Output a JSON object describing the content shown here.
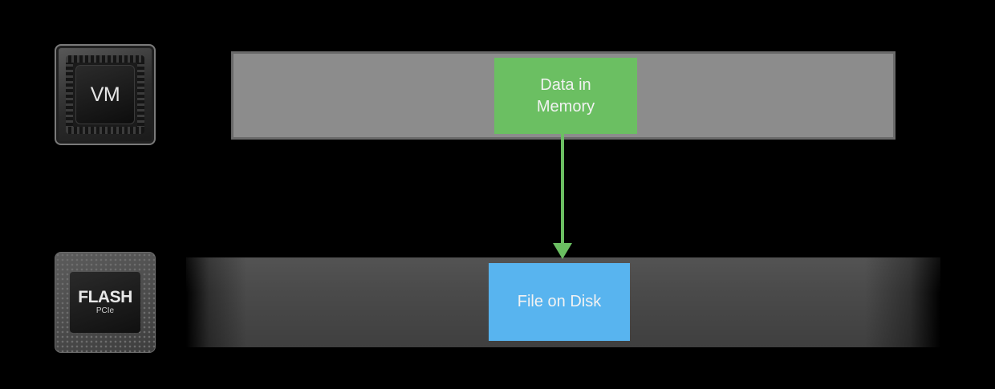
{
  "chips": {
    "vm": {
      "label": "VM"
    },
    "flash": {
      "label": "FLASH",
      "sublabel": "PCIe"
    }
  },
  "memory": {
    "block_label": "Data in\nMemory",
    "bar_color": "#8c8c8c",
    "block_color": "#6bbf62"
  },
  "disk": {
    "block_label": "File on Disk",
    "bar_color": "#4a4a4a",
    "block_color": "#58b4ef"
  },
  "arrow": {
    "color": "#6bbf62",
    "direction": "down"
  }
}
